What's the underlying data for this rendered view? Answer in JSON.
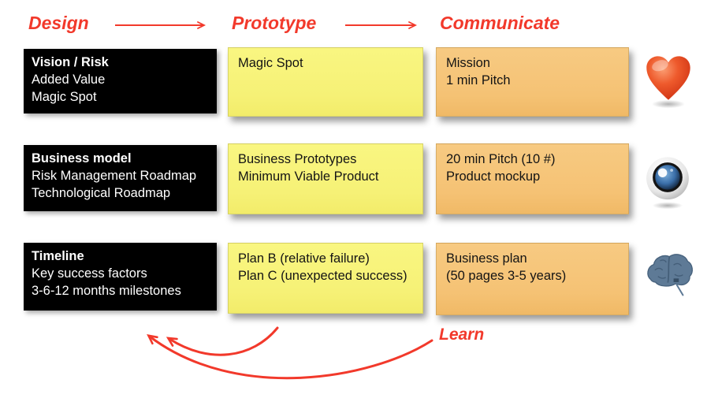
{
  "header": {
    "design": "Design",
    "prototype": "Prototype",
    "communicate": "Communicate"
  },
  "footer": {
    "learn": "Learn"
  },
  "colors": {
    "accent_red": "#f2392b",
    "note_yellow": "#f6f176",
    "note_orange": "#f5c274",
    "design_box_bg": "#000000",
    "design_box_text": "#ffffff"
  },
  "icons": {
    "row1": "heart-icon",
    "row2": "eye-icon",
    "row3": "brain-icon"
  },
  "rows": [
    {
      "design": {
        "lines": [
          "Vision / Risk",
          "Added Value",
          "Magic Spot"
        ]
      },
      "prototype": {
        "lines": [
          "Magic Spot"
        ]
      },
      "communicate": {
        "lines": [
          "Mission",
          "1 min Pitch"
        ]
      }
    },
    {
      "design": {
        "lines": [
          "Business model",
          "Risk Management Roadmap",
          "Technological Roadmap"
        ]
      },
      "prototype": {
        "lines": [
          "Business Prototypes",
          "Minimum Viable Product"
        ]
      },
      "communicate": {
        "lines": [
          "20 min Pitch (10 #)",
          "Product mockup"
        ]
      }
    },
    {
      "design": {
        "lines": [
          "Timeline",
          "Key success factors",
          "3-6-12 months milestones"
        ]
      },
      "prototype": {
        "lines": [
          "Plan B (relative failure)",
          "Plan C (unexpected success)"
        ]
      },
      "communicate": {
        "lines": [
          "Business plan",
          "(50 pages 3-5 years)"
        ]
      }
    }
  ]
}
